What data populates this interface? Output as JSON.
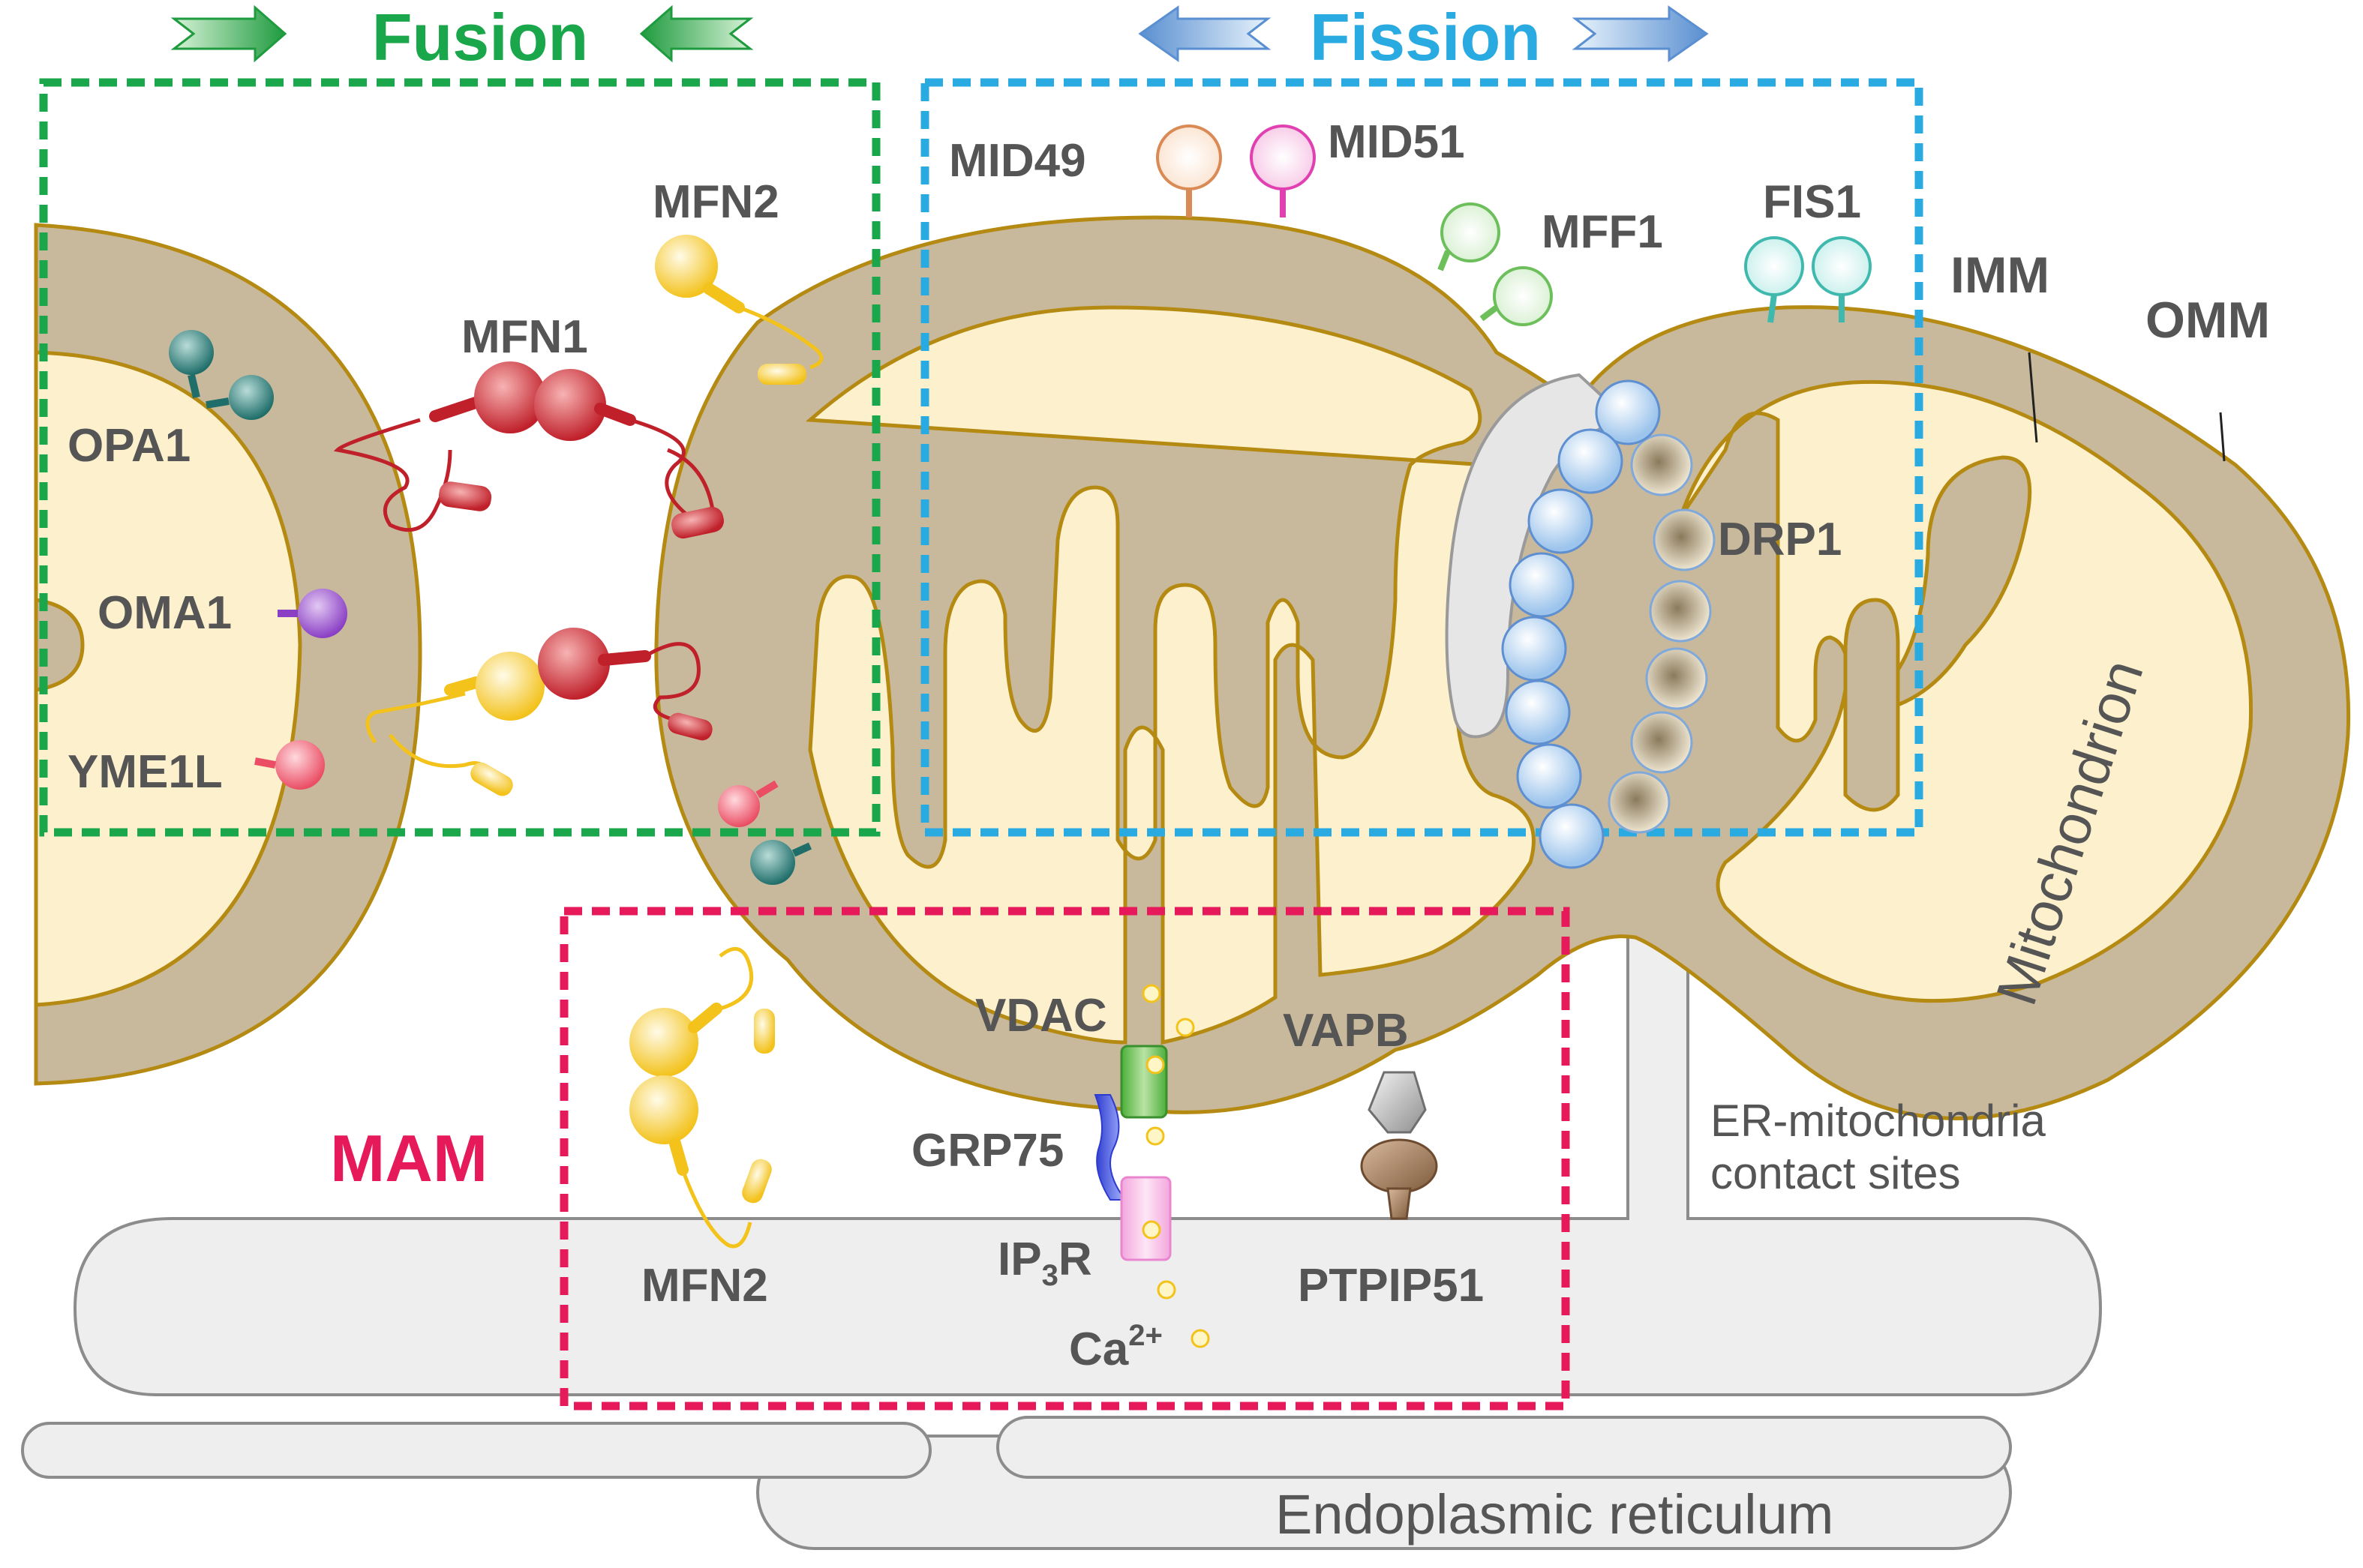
{
  "sections": {
    "fusion": "Fusion",
    "fission": "Fission",
    "mam": "MAM"
  },
  "colors": {
    "fusion": "#1aa64a",
    "fission": "#29aae1",
    "mam": "#e6195a",
    "membrane": "#c9b99c",
    "matrix": "#fdf0cd",
    "outline": "#b58a12",
    "er": "#eeeeee"
  },
  "proteins": {
    "mid49": "MID49",
    "mid51": "MID51",
    "mff1": "MFF1",
    "fis1": "FIS1",
    "mfn2_top": "MFN2",
    "mfn1": "MFN1",
    "opa1": "OPA1",
    "oma1": "OMA1",
    "yme1l": "YME1L",
    "drp1": "DRP1",
    "vdac": "VDAC",
    "vapb": "VAPB",
    "grp75": "GRP75",
    "ip3r_main": "IP",
    "ip3r_sub": "3",
    "ip3r_end": "R",
    "ptpip51": "PTPIP51",
    "mfn2_bottom": "MFN2",
    "ca_main": "Ca",
    "ca_sup": "2+"
  },
  "structures": {
    "imm": "IMM",
    "omm": "OMM",
    "mitochondrion": "Mitochondrion",
    "contact_line1": "ER-mitochondria",
    "contact_line2": "contact sites",
    "er": "Endoplasmic reticulum"
  }
}
